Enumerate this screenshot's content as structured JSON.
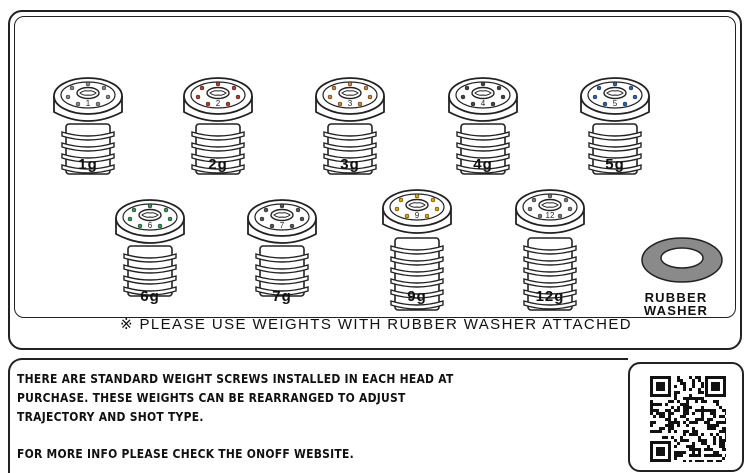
{
  "weights_row1": [
    {
      "label": "1g",
      "number": "1",
      "dot_color": "#888888"
    },
    {
      "label": "2g",
      "number": "2",
      "dot_color": "#c0392b"
    },
    {
      "label": "3g",
      "number": "3",
      "dot_color": "#d9822b"
    },
    {
      "label": "4g",
      "number": "4",
      "dot_color": "#444444"
    },
    {
      "label": "5g",
      "number": "5",
      "dot_color": "#2a62b5"
    }
  ],
  "weights_row2": [
    {
      "label": "6g",
      "number": "6",
      "dot_color": "#2e9e4f"
    },
    {
      "label": "7g",
      "number": "7",
      "dot_color": "#555555"
    },
    {
      "label": "9g",
      "number": "9",
      "dot_color": "#e0a800"
    },
    {
      "label": "12g",
      "number": "12",
      "dot_color": "#777777"
    }
  ],
  "washer": {
    "line1": "RUBBER",
    "line2": "WASHER",
    "color": "#8a8a8a"
  },
  "notice": "※ PLEASE USE WEIGHTS WITH RUBBER WASHER ATTACHED",
  "info": {
    "line1": "THERE ARE STANDARD WEIGHT SCREWS INSTALLED IN EACH HEAD AT",
    "line2": "PURCHASE. THESE WEIGHTS CAN BE REARRANGED TO ADJUST",
    "line3": "TRAJECTORY AND SHOT TYPE.",
    "more": "FOR MORE INFO PLEASE CHECK THE ONOFF WEBSITE."
  }
}
